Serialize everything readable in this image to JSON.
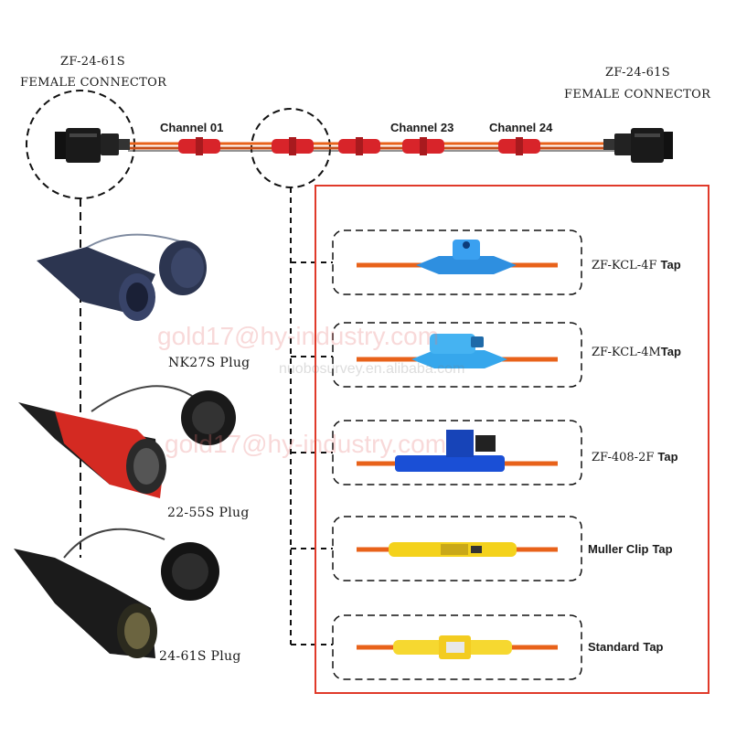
{
  "left_connector": {
    "model": "ZF-24-61S",
    "desc": "FEMALE CONNECTOR"
  },
  "right_connector": {
    "model": "ZF-24-61S",
    "desc": "FEMALE CONNECTOR"
  },
  "channels": {
    "first": "Channel 01",
    "mid": "Channel 23",
    "last": "Channel 24"
  },
  "plugs": [
    {
      "label": "NK27S Plug",
      "body_color": "#2c3550"
    },
    {
      "label": "22-55S Plug",
      "body_color": "#d42a22"
    },
    {
      "label": "24-61S Plug",
      "body_color": "#1b1b1b"
    }
  ],
  "taps": [
    {
      "name": "ZF-KCL-4F",
      "suffix": "Tap",
      "color": "#2e8fe0"
    },
    {
      "name": "ZF-KCL-4M",
      "suffix": "Tap",
      "color": "#36a7ec"
    },
    {
      "name": "ZF-408-2F",
      "suffix": "Tap",
      "color": "#1a4fd6"
    },
    {
      "name": "Muller Clip",
      "suffix": "Tap",
      "color": "#f4d21c"
    },
    {
      "name": "Standard",
      "suffix": "Tap",
      "color": "#f6d830"
    }
  ],
  "watermarks": [
    "gold17@hy-industry.com",
    "nuobosurvey.en.alibaba.com",
    "gold17@hy-industry.com"
  ],
  "colors": {
    "cable": "#e8621a",
    "cable_stripe": "#2a2a2a",
    "frame": "#e03a2a",
    "connector": "#111111",
    "segment": "#d8242a"
  }
}
